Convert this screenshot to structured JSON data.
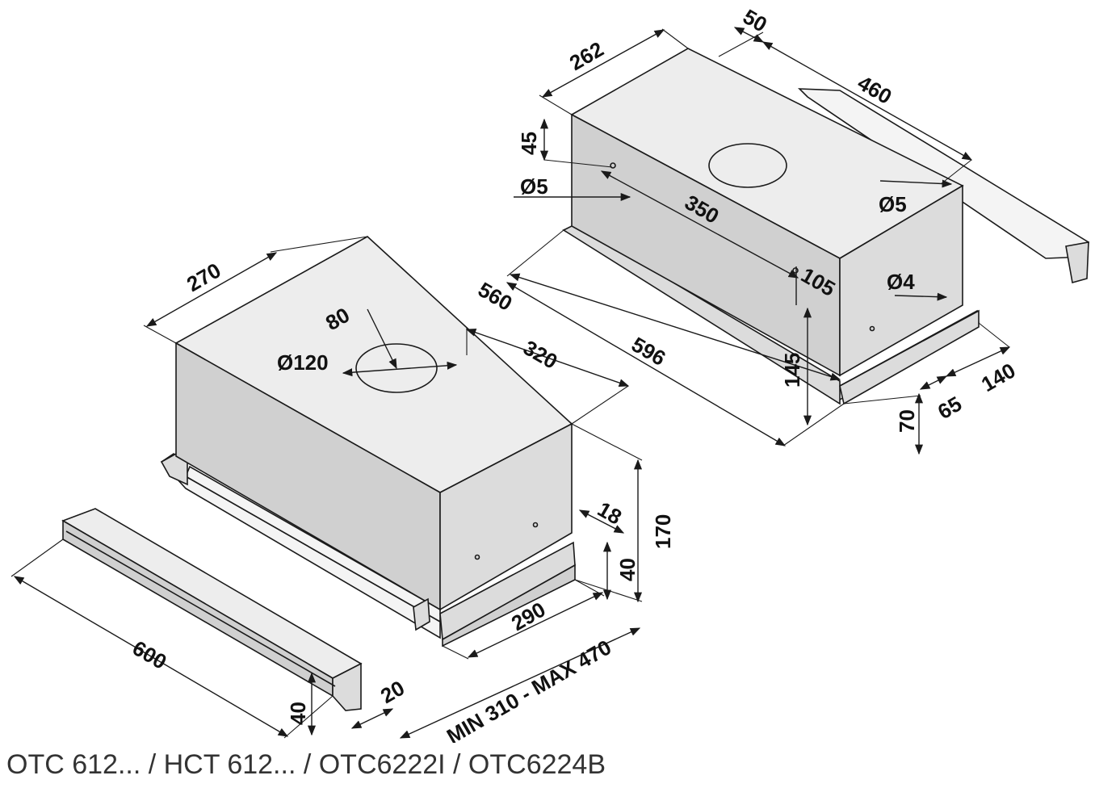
{
  "caption": "OTC 612... / HCT 612... / OTC6222I / OTC6224B",
  "front_view": {
    "dim_600": "600",
    "dim_270": "270",
    "dim_80": "80",
    "dim_diam_120": "Ø120",
    "dim_320": "320",
    "dim_170": "170",
    "dim_18": "18",
    "dim_40_side": "40",
    "dim_290": "290",
    "dim_min_max": "MIN 310 - MAX 470",
    "dim_20": "20",
    "dim_40_front": "40"
  },
  "rear_view": {
    "dim_262": "262",
    "dim_50": "50",
    "dim_460": "460",
    "dim_45": "45",
    "dim_diam_5_left": "Ø5",
    "dim_350": "350",
    "dim_diam_5_right": "Ø5",
    "dim_560": "560",
    "dim_596": "596",
    "dim_105": "105",
    "dim_diam_4": "Ø4",
    "dim_145": "145",
    "dim_70": "70",
    "dim_65": "65",
    "dim_140": "140"
  }
}
